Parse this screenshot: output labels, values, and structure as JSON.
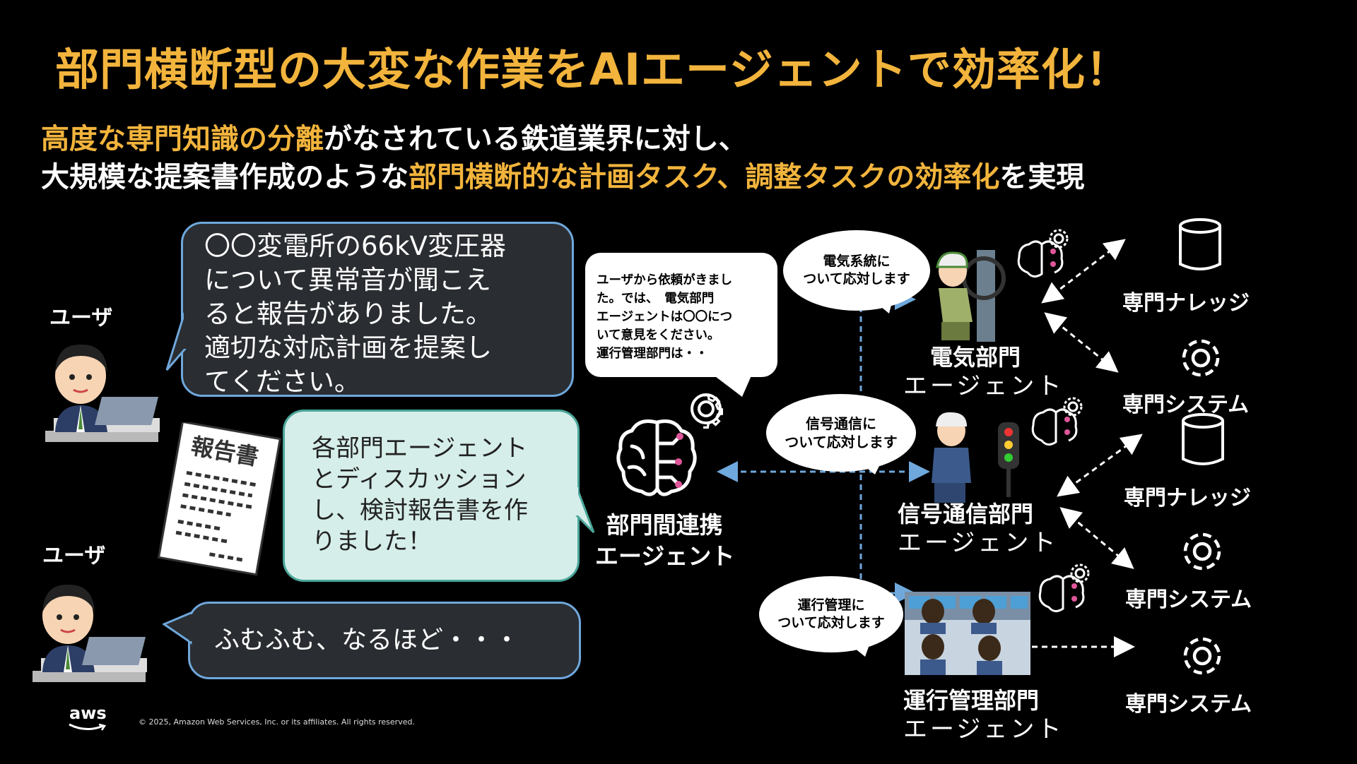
{
  "title": "部門横断型の大変な作業をAIエージェントで効率化！",
  "subtitle": {
    "line1_hl": "高度な専門知識の分離",
    "line1_rest": "がなされている鉄道業界に対し、",
    "line2_pre": "大規模な提案書作成のような",
    "line2_hl1": "部門横断的な計画タスク、調整タスクの効率化",
    "line2_post": "を実現"
  },
  "user_label_1": "ユーザ",
  "user_label_2": "ユーザ",
  "user_bubble_1": [
    "〇〇変電所の66kV変圧器",
    "について異常音が聞こえ",
    "ると報告がありました。",
    "適切な対応計画を提案し",
    "てください。"
  ],
  "agent_reply": [
    "各部門エージェント",
    "とディスカッション",
    "し、検討報告書を作",
    "りました！"
  ],
  "user_bubble_2": "ふむふむ、なるほど・・・",
  "report_doc_label": "報告書",
  "coordinator_speech": [
    "ユーザから依頼がきまし",
    "た。では、　電気部門",
    "エージェントは〇〇につ",
    "いて意見をください。",
    "運行管理部門は・・"
  ],
  "coordinator_name": [
    "部門間連携",
    "エージェント"
  ],
  "departments": [
    {
      "speech": [
        "電気系統に",
        "ついて応対します"
      ],
      "name": "電気部門",
      "suffix": "エージェント"
    },
    {
      "speech": [
        "信号通信に",
        "ついて応対します"
      ],
      "name": "信号通信部門",
      "suffix": "エージェント"
    },
    {
      "speech": [
        "運行管理に",
        "ついて応対します"
      ],
      "name": "運行管理部門",
      "suffix": "エージェント"
    }
  ],
  "resources": {
    "knowledge_1": "専門ナレッジ",
    "system_1": "専門システム",
    "knowledge_2": "専門ナレッジ",
    "system_2": "専門システム",
    "system_3": "専門システム"
  },
  "footer": {
    "logo_text": "aws",
    "copyright": "© 2025, Amazon Web Services, Inc. or its affiliates. All rights reserved."
  },
  "colors": {
    "accent": "#F2B43C",
    "bubble_border": "#6FA8DC",
    "reply_bg": "#D6EEE9",
    "arrow_blue": "#6FA8DC",
    "brain_pink": "#E0569A"
  }
}
